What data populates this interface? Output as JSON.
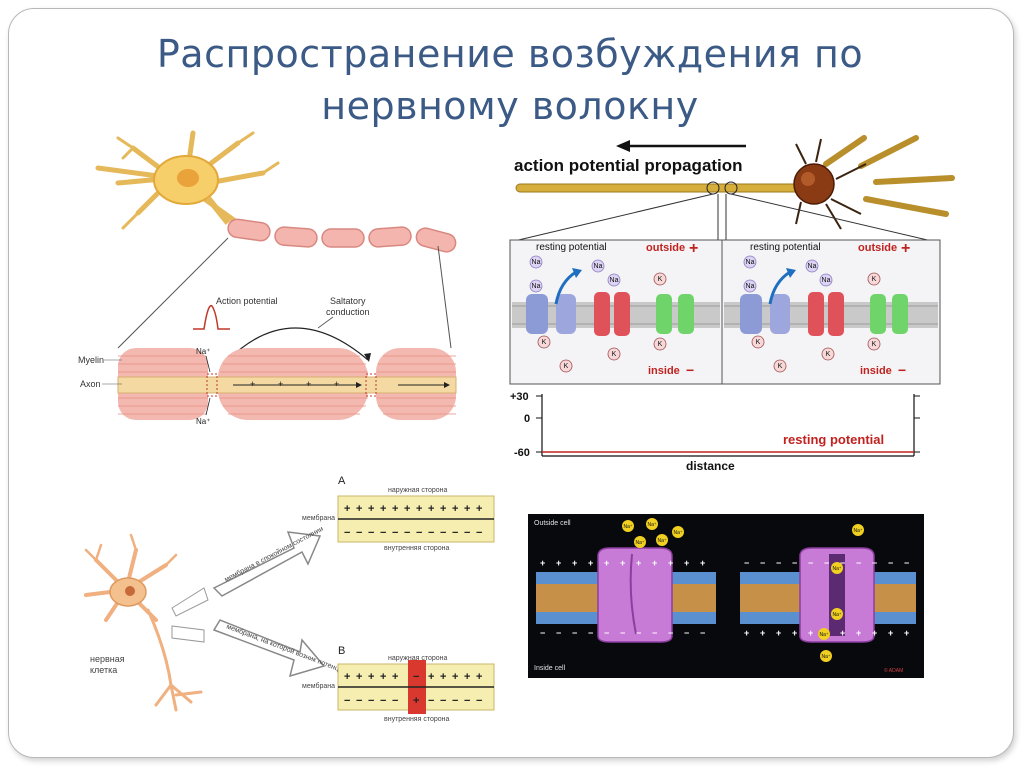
{
  "slide": {
    "title_line1": "Распространение возбуждения по",
    "title_line2": "нервному волокну"
  },
  "saltatory": {
    "action_potential": "Action potential",
    "saltatory_line1": "Saltatory",
    "saltatory_line2": "conduction",
    "myelin": "Myelin",
    "axon": "Axon",
    "na_top": "Na⁺",
    "na_bottom": "Na⁺"
  },
  "propagation": {
    "heading": "action potential propagation",
    "resting_left": "resting potential",
    "resting_right": "resting potential",
    "outside_left": "outside",
    "outside_right": "outside",
    "inside_left": "inside",
    "inside_right": "inside",
    "plus": "+",
    "minus": "−",
    "y_plus30": "+30",
    "y_zero": "0",
    "y_minus60": "-60",
    "trace_label": "resting potential",
    "x_label": "distance",
    "ion_na": "Na",
    "ion_k": "K"
  },
  "russian": {
    "panel_a": "A",
    "panel_b": "B",
    "outer_a": "наружная сторона",
    "inner_a": "внутренняя сторона",
    "membrane_a": "мембрана",
    "outer_b": "наружная сторона",
    "inner_b": "внутренняя сторона",
    "membrane_b": "мембрана",
    "arrow_a": "мембрана в спокойном состоянии",
    "arrow_b": "мембрана, на которой возник потенциал действия",
    "cell_line1": "нервная",
    "cell_line2": "клетка"
  },
  "channel": {
    "outside": "Outside cell",
    "inside": "Inside cell",
    "na": "Na⁺",
    "credit": "© ADAM"
  },
  "colors": {
    "title": "#3b5a86",
    "myelin": "#f0a8a0",
    "axon": "#f3d9a0",
    "membrane_yellow": "#f5eeb0",
    "action_red": "#d9382e",
    "resting_trace": "#c0231f",
    "channel_purple": "#c77ad6"
  }
}
